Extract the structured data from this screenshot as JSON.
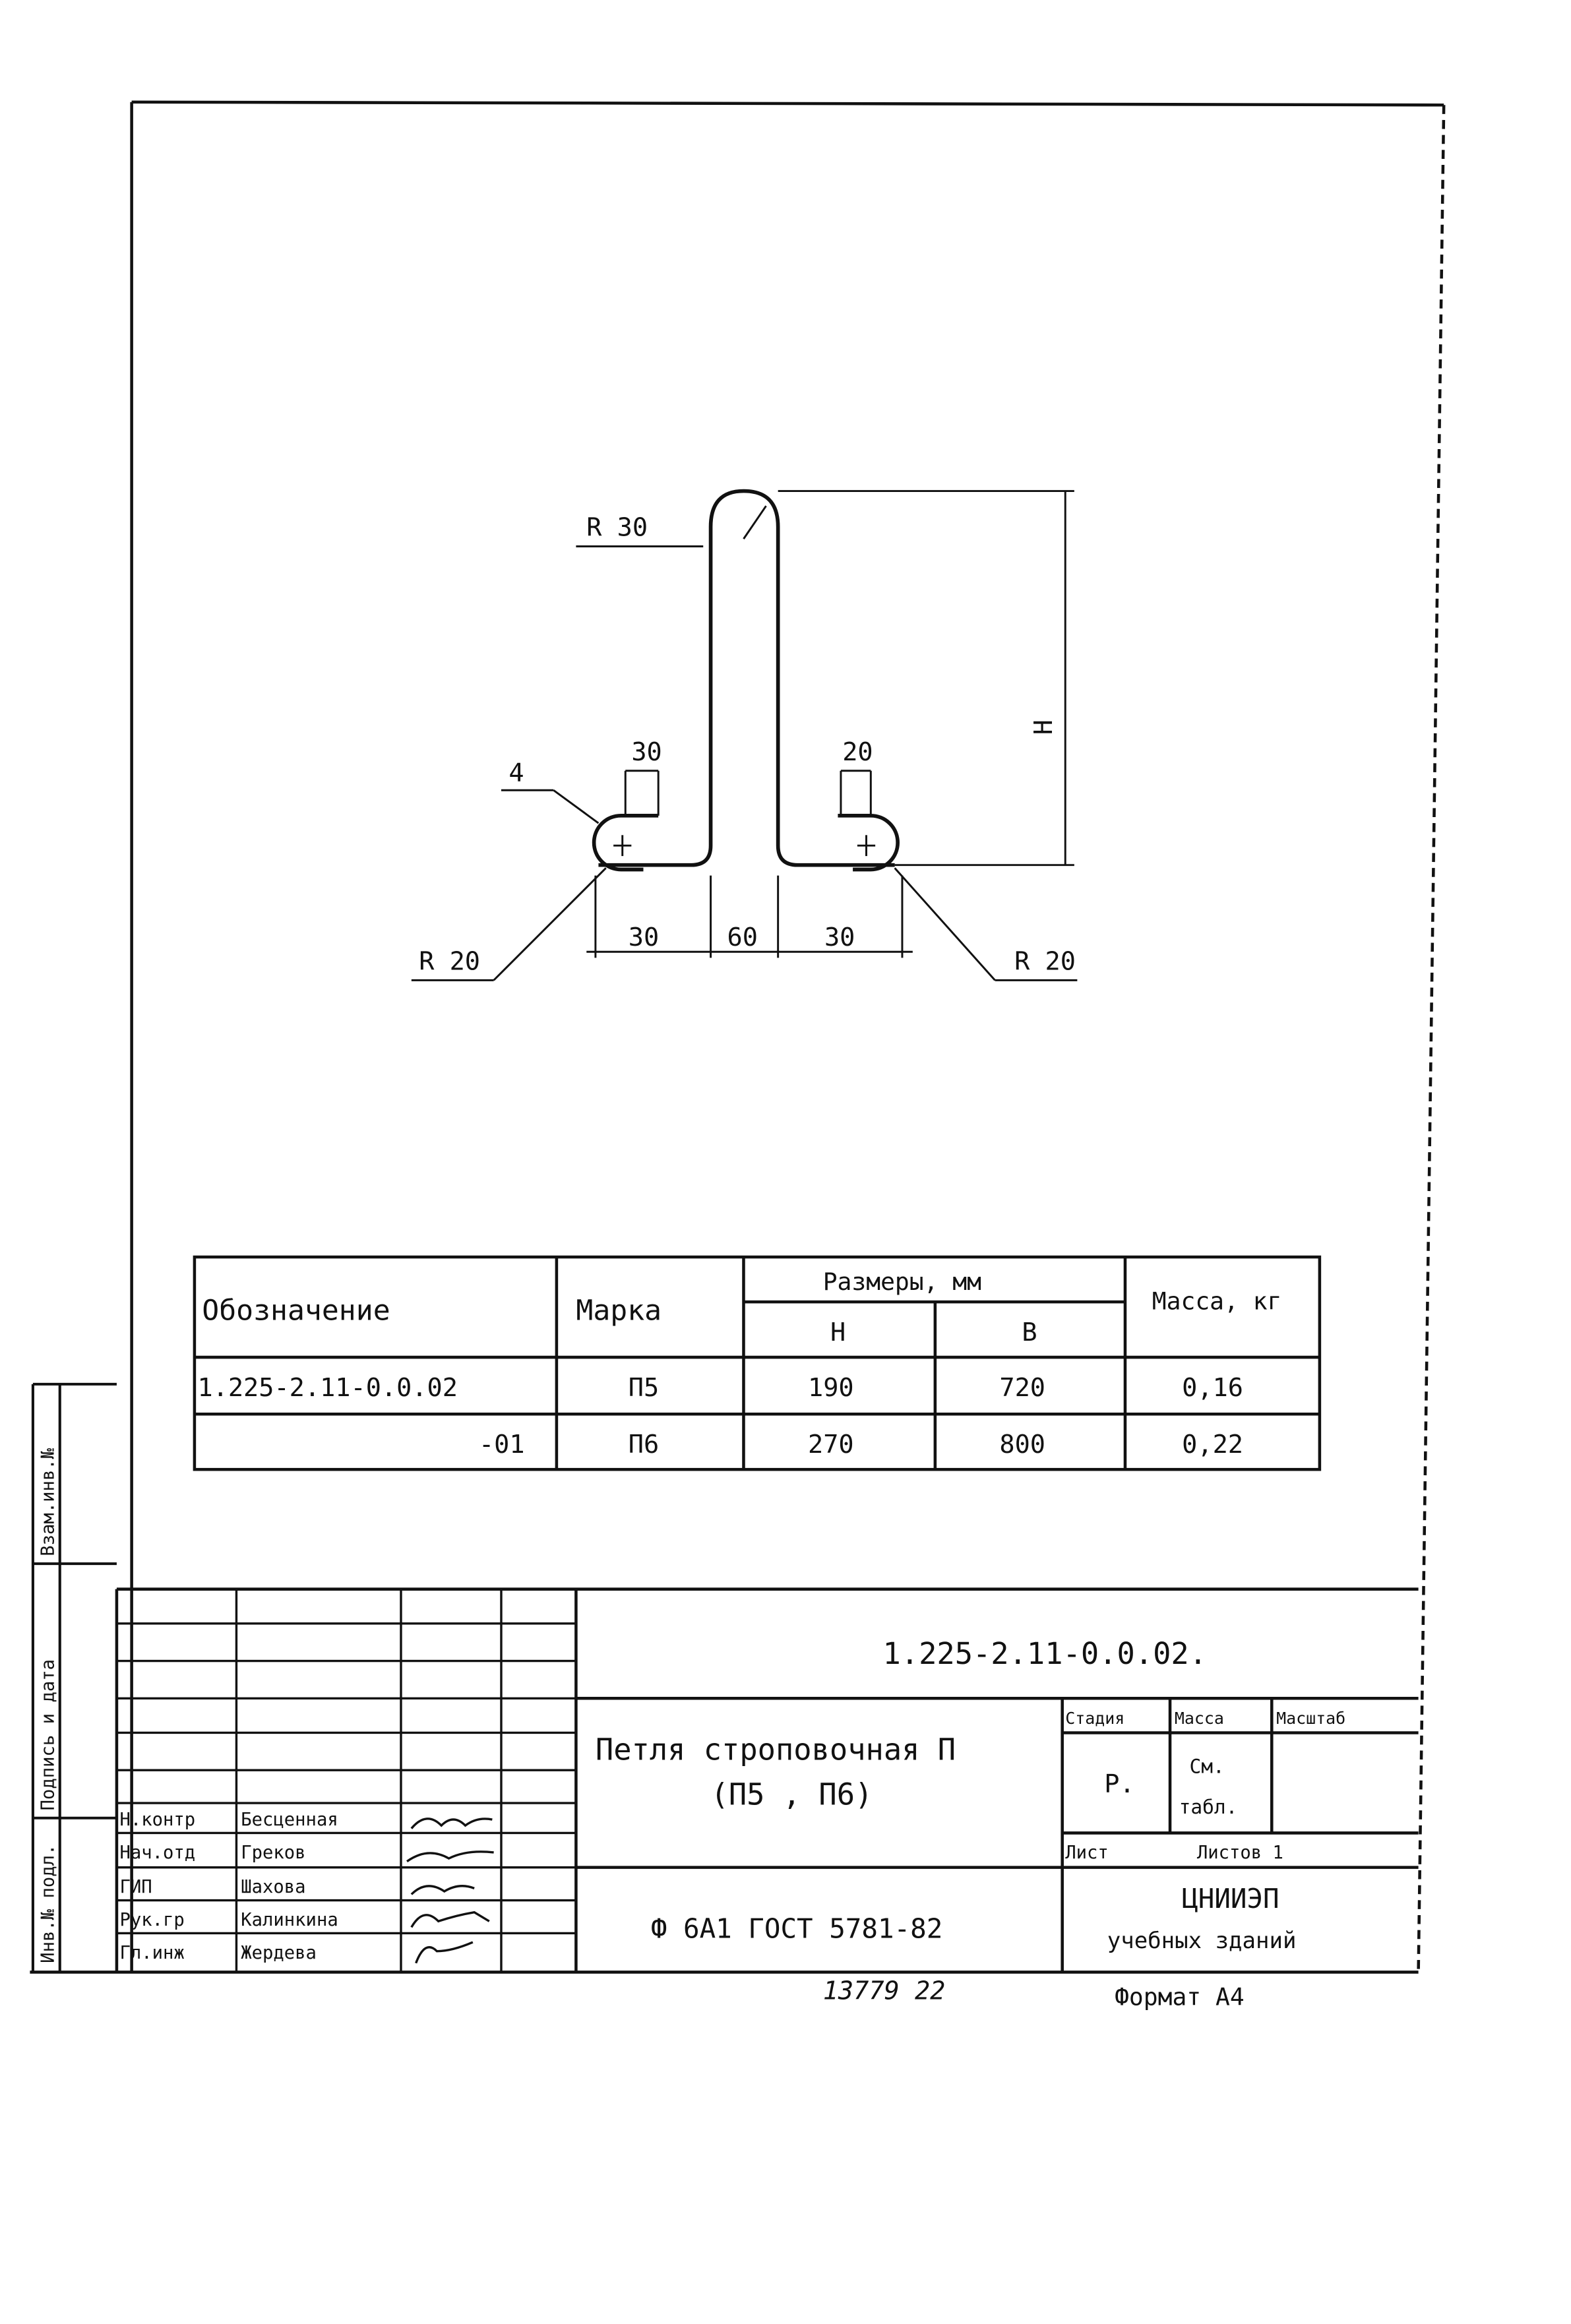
{
  "drawing": {
    "radius_top": "R 30",
    "radius_left": "R 20",
    "radius_right": "R 20",
    "position_mark": "4",
    "dim_loop_left": "30",
    "dim_loop_right": "20",
    "dim_height": "H",
    "dim_bottom_left": "30",
    "dim_bottom_mid": "60",
    "dim_bottom_right": "30"
  },
  "spec_table": {
    "headers": {
      "designation": "Обозначение",
      "mark": "Марка",
      "sizes": "Размеры, мм",
      "h": "H",
      "b": "B",
      "mass": "Масса, кг"
    },
    "rows": [
      {
        "designation": "1.225-2.11-0.0.02",
        "mark": "П5",
        "h": "190",
        "b": "720",
        "mass": "0,16"
      },
      {
        "designation": "-01",
        "mark": "П6",
        "h": "270",
        "b": "800",
        "mass": "0,22"
      }
    ]
  },
  "title_block": {
    "doc_code": "1.225-2.11-0.0.02.",
    "title_line1": "Петля строповочная П",
    "title_line2": "(П5 , П6)",
    "material": "Ф 6А1 ГОСТ 5781-82",
    "stage_header": "Стадия",
    "mass_header": "Масса",
    "scale_header": "Масштаб",
    "stage": "Р.",
    "mass_line1": "См.",
    "mass_line2": "табл.",
    "sheet_label": "Лист",
    "sheets_label": "Листов 1",
    "org_line1": "ЦНИИЭП",
    "org_line2": "учебных зданий",
    "signers": [
      {
        "role": "Н.контр",
        "name": "Бесценная"
      },
      {
        "role": "Нач.отд",
        "name": "Греков"
      },
      {
        "role": "ГИП",
        "name": "Шахова"
      },
      {
        "role": "Рук.гр",
        "name": "Калинкина"
      },
      {
        "role": "Гл.инж",
        "name": "Жердева"
      }
    ],
    "footer_number": "13779  22",
    "format": "Формат А4"
  },
  "side_stamp": {
    "inv_orig": "Инв.№ подл.",
    "sign_date": "Подпись и дата",
    "replace_inv": "Взам.инв.№"
  }
}
